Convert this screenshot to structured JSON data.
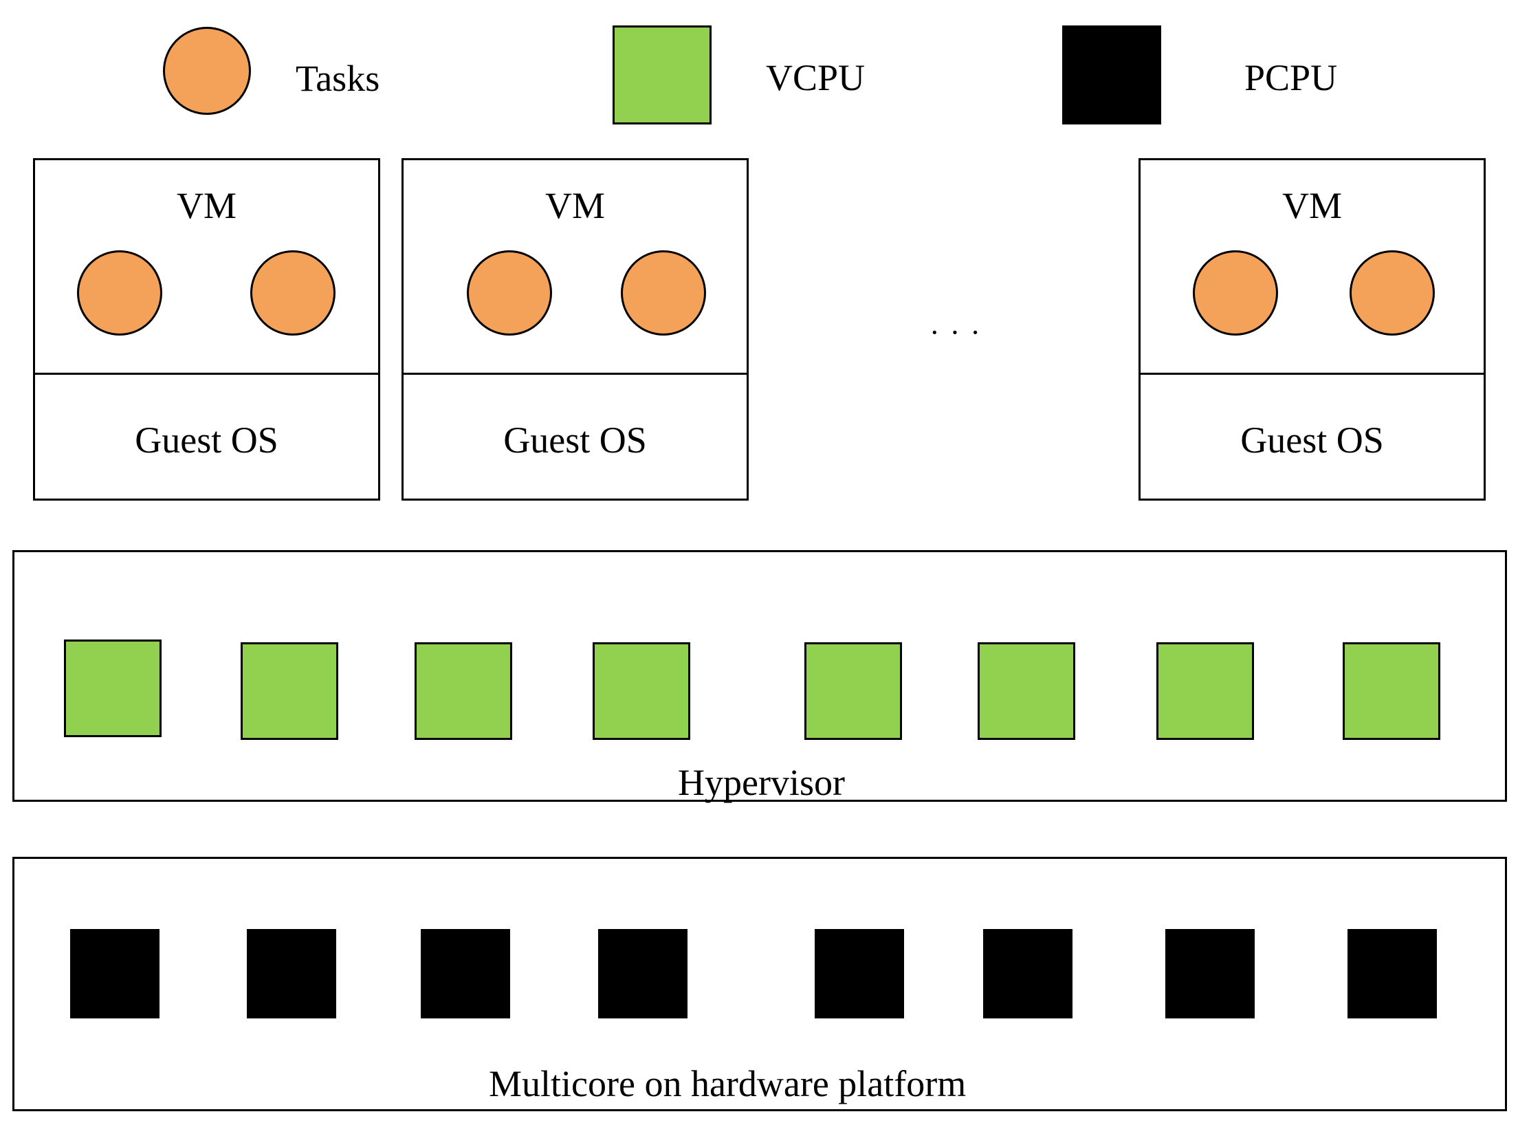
{
  "colors": {
    "task": "#f4a15a",
    "vcpu": "#92d050",
    "pcpu": "#000000",
    "stroke": "#000000"
  },
  "legend": {
    "tasks_label": "Tasks",
    "vcpu_label": "VCPU",
    "pcpu_label": "PCPU"
  },
  "vms": [
    {
      "title": "VM",
      "os_label": "Guest OS",
      "task_count": 2
    },
    {
      "title": "VM",
      "os_label": "Guest OS",
      "task_count": 2
    },
    {
      "title": "VM",
      "os_label": "Guest OS",
      "task_count": 2
    }
  ],
  "ellipsis": "· · ·",
  "hypervisor": {
    "label": "Hypervisor",
    "vcpu_count": 8
  },
  "hardware": {
    "label": "Multicore on hardware platform",
    "pcpu_count": 8
  }
}
